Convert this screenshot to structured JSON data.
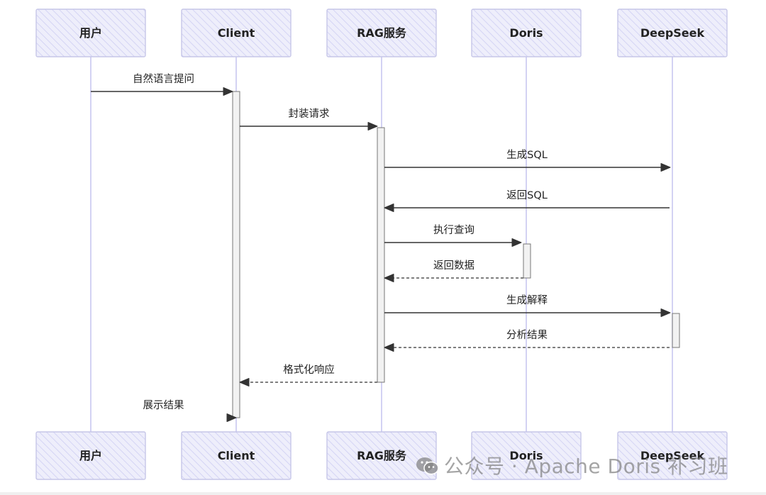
{
  "participants": [
    {
      "id": "user",
      "label": "用户"
    },
    {
      "id": "client",
      "label": "Client"
    },
    {
      "id": "rag",
      "label": "RAG服务"
    },
    {
      "id": "doris",
      "label": "Doris"
    },
    {
      "id": "deepseek",
      "label": "DeepSeek"
    }
  ],
  "messages": [
    {
      "from": "user",
      "to": "client",
      "label": "自然语言提问",
      "style": "solid"
    },
    {
      "from": "client",
      "to": "rag",
      "label": "封装请求",
      "style": "solid"
    },
    {
      "from": "rag",
      "to": "deepseek",
      "label": "生成SQL",
      "style": "solid"
    },
    {
      "from": "deepseek",
      "to": "rag",
      "label": "返回SQL",
      "style": "solid"
    },
    {
      "from": "rag",
      "to": "doris",
      "label": "执行查询",
      "style": "solid"
    },
    {
      "from": "doris",
      "to": "rag",
      "label": "返回数据",
      "style": "dashed"
    },
    {
      "from": "rag",
      "to": "deepseek",
      "label": "生成解释",
      "style": "solid"
    },
    {
      "from": "deepseek",
      "to": "rag",
      "label": "分析结果",
      "style": "dashed"
    },
    {
      "from": "rag",
      "to": "client",
      "label": "格式化响应",
      "style": "dashed"
    },
    {
      "from": "client",
      "to": "user",
      "label": "展示结果",
      "style": "dashed"
    }
  ],
  "colors": {
    "box_fill": "#eeeefb",
    "box_hatch": "#c9c9f0",
    "box_stroke": "#c6c6e8",
    "lifeline": "#c8c6f0",
    "arrow": "#333333",
    "activation_fill": "#f2f2f2",
    "activation_stroke": "#777777"
  },
  "watermark": {
    "text": "公众号 · Apache Doris 补习班",
    "icon": "wechat-icon"
  }
}
